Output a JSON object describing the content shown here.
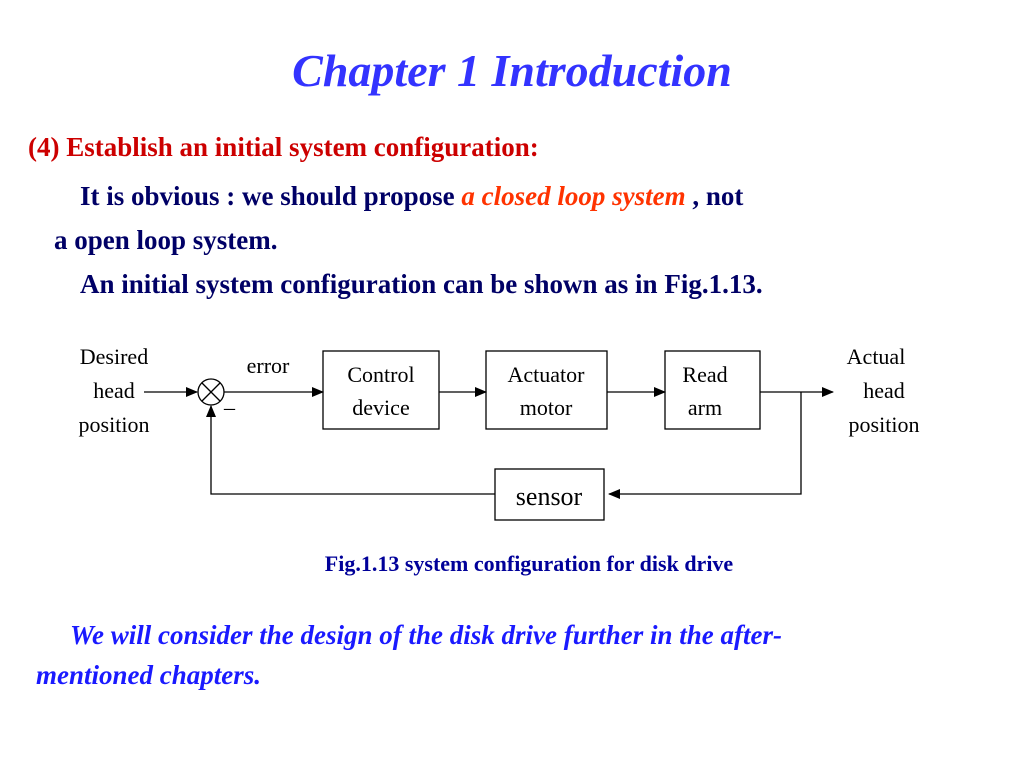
{
  "title": "Chapter 1   Introduction",
  "heading": "(4) Establish an initial system configuration:",
  "para1": {
    "pre": "It is obvious :  we should propose ",
    "emphasis": "a closed loop system",
    "post": " , not",
    "line2": "a open loop system."
  },
  "para2": "An  initial system configuration can be shown as in Fig.1.13.",
  "diagram": {
    "input_label": [
      "Desired",
      "head",
      "position"
    ],
    "error_label": "error",
    "minus_sign": "_",
    "blocks": {
      "control": [
        "Control",
        "device"
      ],
      "actuator": [
        "Actuator",
        "motor"
      ],
      "read_arm": [
        "Read",
        "arm"
      ],
      "sensor": "sensor"
    },
    "output_label": [
      "Actual",
      "head",
      "position"
    ]
  },
  "caption": "Fig.1.13 system configuration for disk drive",
  "closing": {
    "line1": "We will consider the design of the disk drive further in the after-",
    "line2": "mentioned chapters."
  },
  "colors": {
    "title": "#3333ff",
    "heading": "#cc0000",
    "body": "#000066",
    "emphasis": "#ff3300",
    "caption": "#000099",
    "closing": "#1a1aff"
  }
}
